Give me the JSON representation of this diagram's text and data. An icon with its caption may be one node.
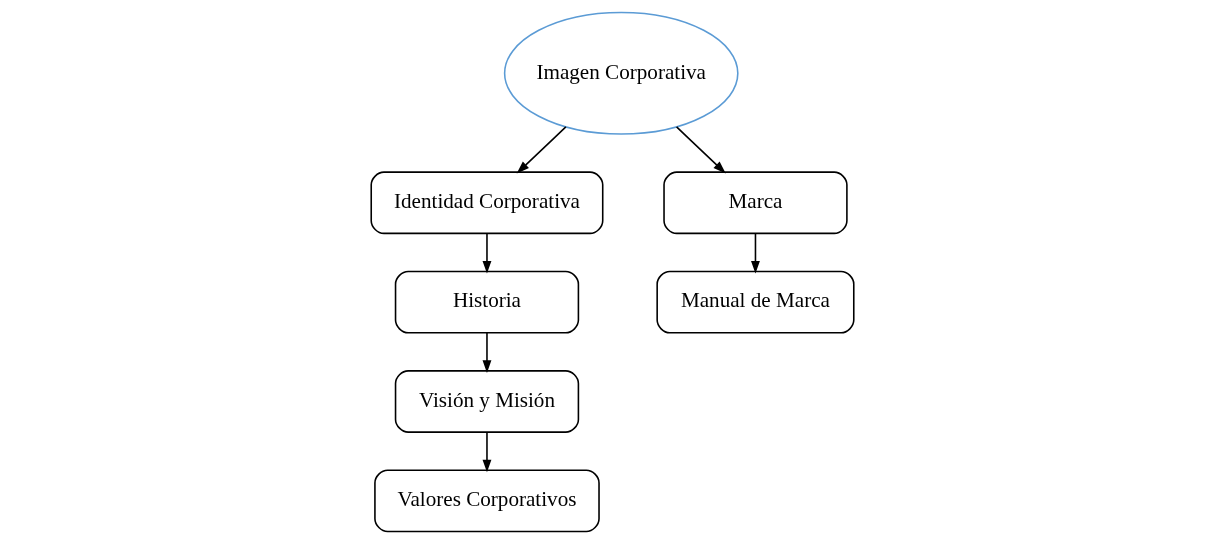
{
  "diagram": {
    "nodes": [
      {
        "text": [
          "Imagen Corporativa"
        ]
      },
      {
        "text": [
          "Identidad Corporativa"
        ]
      },
      {
        "text": [
          "Historia"
        ]
      },
      {
        "text": [
          "Visión y Misión"
        ]
      },
      {
        "text": [
          "Valores Corporativos"
        ]
      },
      {
        "text": [
          "Marca"
        ]
      },
      {
        "text": [
          "Manual de Marca"
        ]
      }
    ],
    "edges": [
      {
        "from": 0,
        "to": 1,
        "arrow": "to"
      },
      {
        "from": 1,
        "to": 2,
        "arrow": "to"
      },
      {
        "from": 2,
        "to": 3,
        "arrow": "to"
      },
      {
        "from": 3,
        "to": 4,
        "arrow": "to"
      },
      {
        "from": 0,
        "to": 5,
        "arrow": "to"
      },
      {
        "from": 5,
        "to": 6,
        "arrow": "to"
      }
    ]
  }
}
